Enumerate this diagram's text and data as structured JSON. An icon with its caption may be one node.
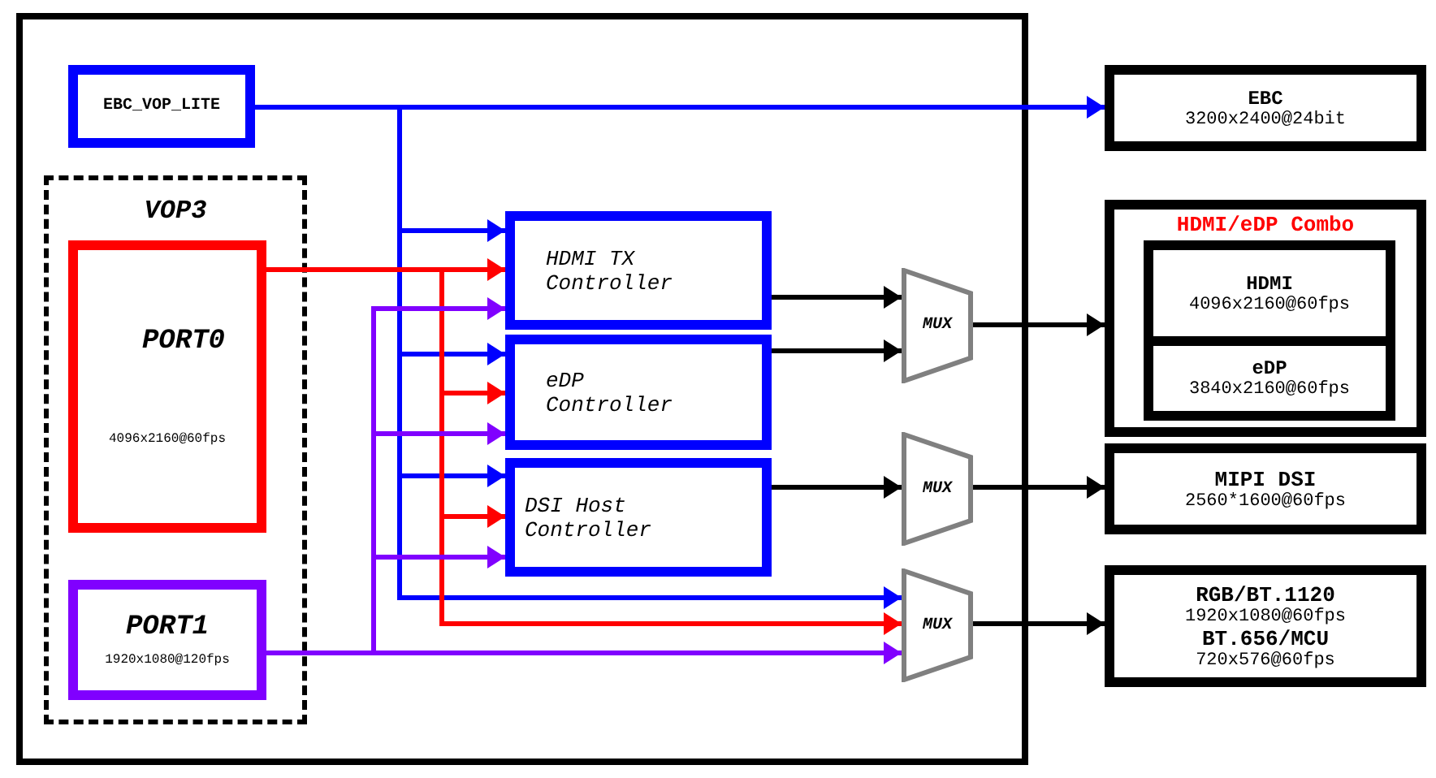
{
  "diagram": {
    "nodes": [
      {
        "text": [],
        "shape": "box"
      },
      {
        "text": [
          "EBC_VOP_LITE"
        ],
        "in": 0
      },
      {
        "text": [
          "VOP3"
        ],
        "in": 0
      },
      {
        "text": [
          "PORT0",
          "4096x2160@60fps"
        ],
        "in": 2
      },
      {
        "text": [
          "PORT1",
          "1920x1080@120fps"
        ],
        "in": 2
      },
      {
        "text": [
          "HDMI TX Controller"
        ],
        "in": 0
      },
      {
        "text": [
          "eDP Controller"
        ],
        "in": 0
      },
      {
        "text": [
          "DSI Host Controller"
        ],
        "in": 0
      },
      {
        "text": [
          "MUX"
        ],
        "in": 0
      },
      {
        "text": [
          "MUX"
        ],
        "in": 0
      },
      {
        "text": [
          "MUX"
        ],
        "in": 0
      },
      {
        "text": [
          "EBC",
          "3200x2400@24bit"
        ]
      },
      {
        "text": [
          "HDMI/eDP Combo"
        ]
      },
      {
        "text": [],
        "shape": "box",
        "in": 12
      },
      {
        "text": [
          "HDMI",
          "4096x2160@60fps"
        ],
        "in": 13
      },
      {
        "text": [
          "eDP",
          "3840x2160@60fps"
        ],
        "in": 13
      },
      {
        "text": [
          "MIPI DSI",
          "2560*1600@60fps"
        ]
      },
      {
        "text": [
          "RGB/BT.1120",
          "1920x1080@60fps",
          "BT.656/MCU",
          "720x576@60fps"
        ]
      }
    ],
    "edges": [
      {
        "from": 1,
        "to": 11,
        "arrow": "to",
        "color": "#0000ff"
      },
      {
        "from": 1,
        "to": 5,
        "arrow": "to",
        "color": "#0000ff"
      },
      {
        "from": 1,
        "to": 6,
        "arrow": "to",
        "color": "#0000ff"
      },
      {
        "from": 1,
        "to": 7,
        "arrow": "to",
        "color": "#0000ff"
      },
      {
        "from": 1,
        "to": 10,
        "arrow": "to",
        "color": "#0000ff"
      },
      {
        "from": 3,
        "to": 5,
        "arrow": "to",
        "color": "#ff0000"
      },
      {
        "from": 3,
        "to": 6,
        "arrow": "to",
        "color": "#ff0000"
      },
      {
        "from": 3,
        "to": 7,
        "arrow": "to",
        "color": "#ff0000"
      },
      {
        "from": 3,
        "to": 10,
        "arrow": "to",
        "color": "#ff0000"
      },
      {
        "from": 4,
        "to": 5,
        "arrow": "to",
        "color": "#8000ff"
      },
      {
        "from": 4,
        "to": 6,
        "arrow": "to",
        "color": "#8000ff"
      },
      {
        "from": 4,
        "to": 7,
        "arrow": "to",
        "color": "#8000ff"
      },
      {
        "from": 4,
        "to": 10,
        "arrow": "to",
        "color": "#8000ff"
      },
      {
        "from": 5,
        "to": 8,
        "arrow": "to"
      },
      {
        "from": 6,
        "to": 8,
        "arrow": "to"
      },
      {
        "from": 7,
        "to": 9,
        "arrow": "to"
      },
      {
        "from": 8,
        "to": 12,
        "arrow": "to"
      },
      {
        "from": 9,
        "to": 16,
        "arrow": "to"
      },
      {
        "from": 10,
        "to": 17,
        "arrow": "to"
      }
    ]
  }
}
